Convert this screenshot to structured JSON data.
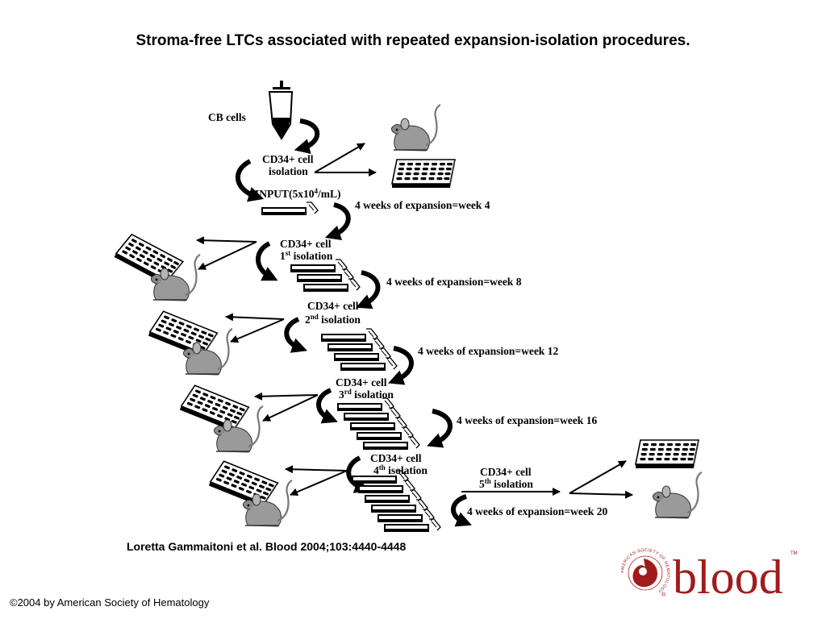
{
  "title": "Stroma-free LTCs associated with repeated expansion-isolation procedures.",
  "diagram": {
    "cb_cells": "CB  cells",
    "iso0": {
      "line1": "CD34+ cell",
      "line2": "isolation"
    },
    "input": {
      "prefix": "INPUT(5x10",
      "sup": "4",
      "suffix": "/mL)"
    },
    "step1": {
      "expansion": "4 weeks of expansion=week 4",
      "cd": "CD34+ cell",
      "ord": "1",
      "ord_sup": "st",
      "iso": " isolation"
    },
    "step2": {
      "expansion": "4 weeks of expansion=week 8",
      "cd": "CD34+ cell",
      "ord": "2",
      "ord_sup": "nd",
      "iso": " isolation"
    },
    "step3": {
      "expansion": "4 weeks of expansion=week 12",
      "cd": "CD34+ cell",
      "ord": "3",
      "ord_sup": "rd",
      "iso": " isolation"
    },
    "step4": {
      "expansion": "4 weeks of expansion=week 16",
      "cd": "CD34+ cell",
      "ord": "4",
      "ord_sup": "th",
      "iso": " isolation"
    },
    "step5": {
      "expansion": "4 weeks of expansion=week 20",
      "cd": "CD34+ cell",
      "ord": "5",
      "ord_sup": "th",
      "iso": " isolation"
    }
  },
  "citation": "Loretta Gammaitoni et al. Blood 2004;103:4440-4448",
  "copyright": "©2004 by American Society of Hematology",
  "logo": {
    "word": "blood",
    "ring_text": "AMERICAN SOCIETY OF HEMATOLOGY",
    "tm": "TM",
    "reg": "®"
  },
  "colors": {
    "ink": "#000000",
    "mouse": "#9a9a9a",
    "brand": "#a01c1c"
  }
}
